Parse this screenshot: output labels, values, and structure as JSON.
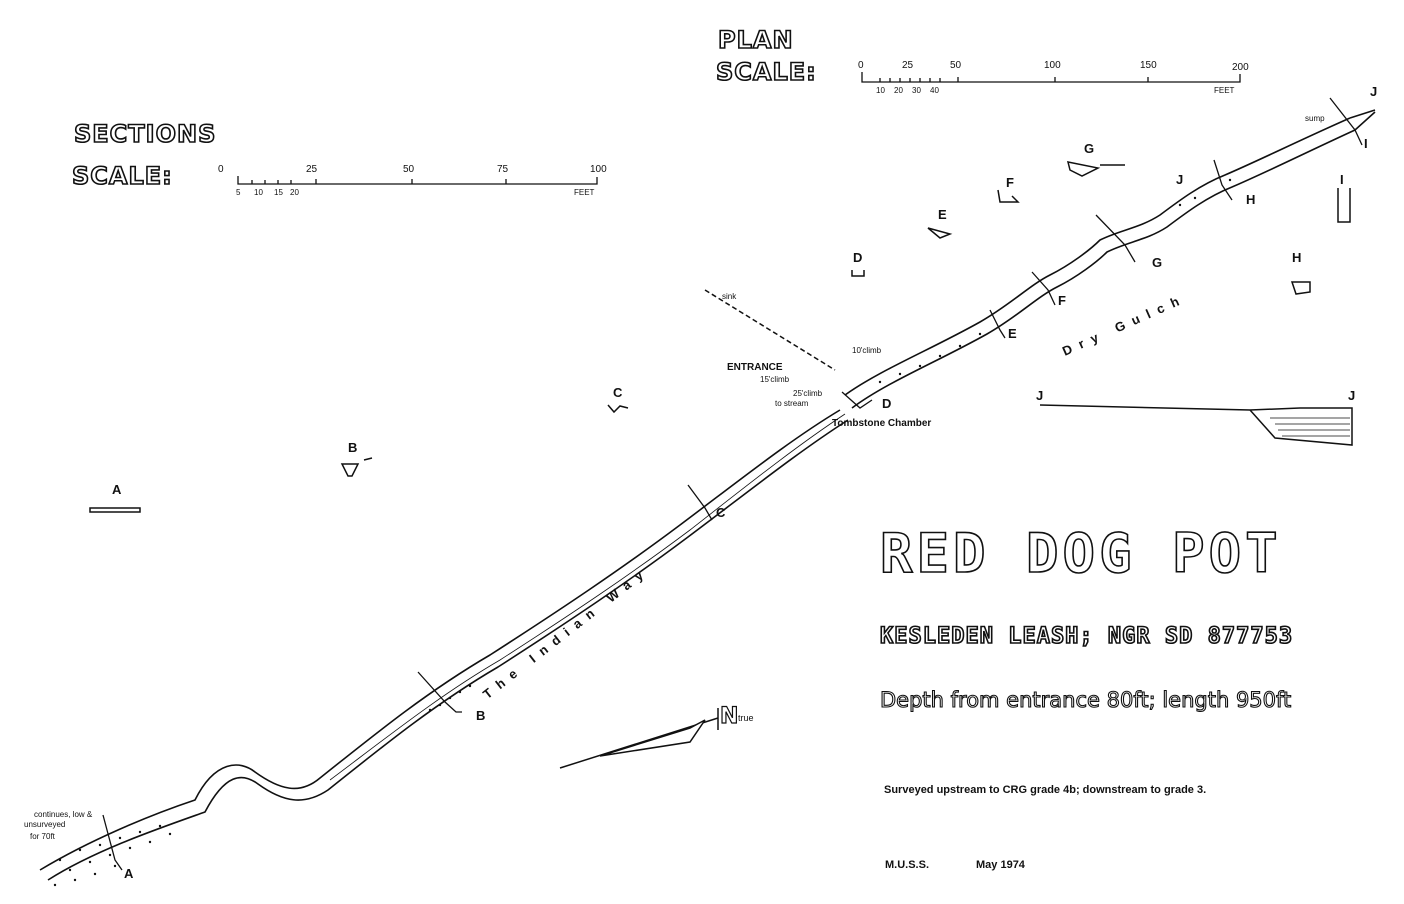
{
  "plan_scale": {
    "title": "PLAN",
    "scale_label": "SCALE:",
    "major_ticks": [
      "0",
      "25",
      "50",
      "100",
      "150",
      "200"
    ],
    "minor_ticks": [
      "10",
      "20",
      "30",
      "40"
    ],
    "unit": "FEET"
  },
  "sections_scale": {
    "title": "SECTIONS",
    "scale_label": "SCALE:",
    "major_ticks": [
      "0",
      "25",
      "50",
      "75",
      "100"
    ],
    "minor_ticks": [
      "5",
      "10",
      "15",
      "20"
    ],
    "unit": "FEET"
  },
  "survey": {
    "title": "RED DOG POT",
    "location": "KESLEDEN LEASH; NGR SD 877753",
    "depth_length": "Depth from entrance 80ft; length 950ft",
    "grade_note": "Surveyed upstream to CRG grade 4b; downstream to grade 3.",
    "author": "M.U.S.S.",
    "date": "May 1974"
  },
  "passages": {
    "indian_way": "The Indian Way",
    "dry_gulch": "Dry Gulch"
  },
  "features": {
    "entrance": "ENTRANCE",
    "entrance_climb": "15'climb",
    "climb_10": "10'climb",
    "climb_25": "25'climb",
    "to_stream": "to stream",
    "tombstone": "Tombstone Chamber",
    "sink": "sink",
    "sump": "sump",
    "continues": "continues, low &",
    "unsurveyed": "unsurveyed",
    "for_70ft": "for 70ft",
    "north": "N",
    "north_sub": "true"
  },
  "section_letters": {
    "a": "A",
    "b": "B",
    "c": "C",
    "d": "D",
    "e": "E",
    "f": "F",
    "g": "G",
    "h": "H",
    "i": "I",
    "j": "J"
  }
}
